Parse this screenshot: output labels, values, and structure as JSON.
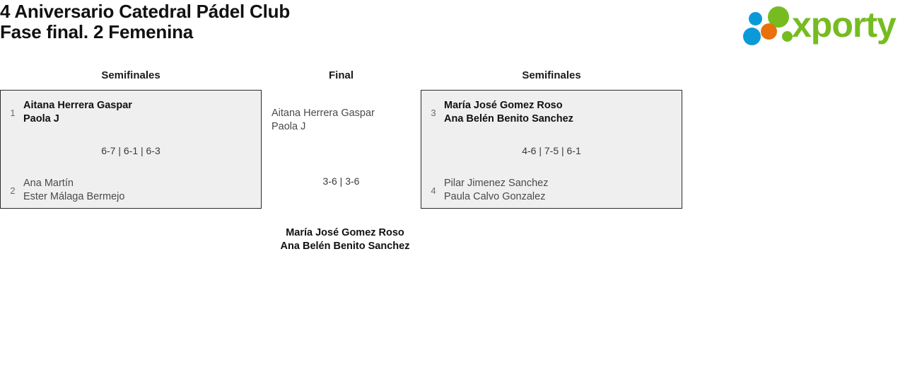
{
  "header": {
    "title_line1": "4 Aniversario Catedral Pádel Club",
    "title_line2": "Fase final. 2 Femenina",
    "logo": {
      "wordmark": "xporty",
      "green": "#76bc21",
      "blue": "#0b9ad8",
      "orange": "#e8700d"
    }
  },
  "bracket": {
    "rounds": [
      {
        "label": "Semifinales"
      },
      {
        "label": "Final"
      },
      {
        "label": "Semifinales"
      }
    ],
    "semifinal_left": {
      "top": {
        "seed": "1",
        "player1": "Aitana Herrera Gaspar",
        "player2": "Paola J",
        "result": "winner"
      },
      "bottom": {
        "seed": "2",
        "player1": "Ana Martín",
        "player2": "Ester Málaga Bermejo",
        "result": "loser"
      },
      "score": "6-7 | 6-1 | 6-3"
    },
    "semifinal_right": {
      "top": {
        "seed": "3",
        "player1": "María José Gomez Roso",
        "player2": "Ana Belén Benito Sanchez",
        "result": "winner"
      },
      "bottom": {
        "seed": "4",
        "player1": "Pilar Jimenez Sanchez",
        "player2": "Paula Calvo Gonzalez",
        "result": "loser"
      },
      "score": "4-6 | 7-5 | 6-1"
    },
    "final": {
      "top": {
        "seed": "",
        "player1": "Aitana Herrera Gaspar",
        "player2": "Paola J",
        "result": "loser"
      },
      "score": "3-6 | 3-6"
    },
    "champion": {
      "player1": "María José Gomez Roso",
      "player2": "Ana Belén Benito Sanchez"
    }
  }
}
